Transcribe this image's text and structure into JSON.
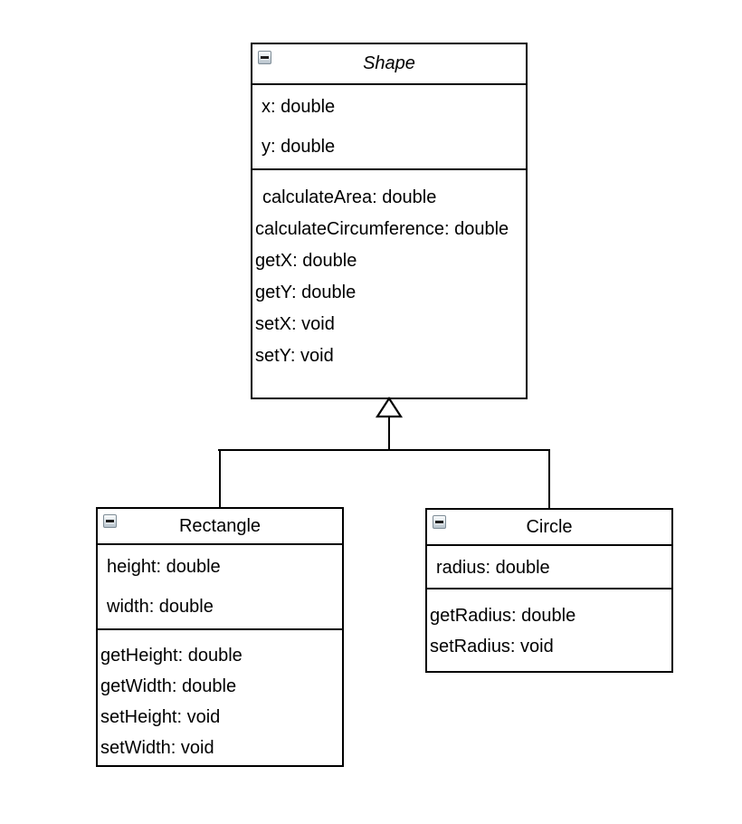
{
  "diagram": {
    "type": "uml-class-diagram",
    "colors": {
      "background": "#ffffff",
      "stroke": "#000000",
      "text": "#000000"
    },
    "classes": [
      {
        "name": "Shape",
        "abstract": true,
        "collapse_icon": "minus-icon",
        "attributes": [
          "x: double",
          "y: double"
        ],
        "methods": [
          "calculateArea: double",
          "calculateCircumference: double",
          "getX: double",
          "getY: double",
          "setX: void",
          "setY: void"
        ]
      },
      {
        "name": "Rectangle",
        "abstract": false,
        "collapse_icon": "minus-icon",
        "attributes": [
          "height: double",
          "width: double"
        ],
        "methods": [
          "getHeight: double",
          "getWidth: double",
          "setHeight: void",
          "setWidth: void"
        ]
      },
      {
        "name": "Circle",
        "abstract": false,
        "collapse_icon": "minus-icon",
        "attributes": [
          "radius: double"
        ],
        "methods": [
          "getRadius: double",
          "setRadius: void"
        ]
      }
    ],
    "relations": [
      {
        "type": "generalization",
        "from": "Rectangle",
        "to": "Shape",
        "arrowhead": "hollow-triangle"
      },
      {
        "type": "generalization",
        "from": "Circle",
        "to": "Shape",
        "arrowhead": "hollow-triangle"
      }
    ]
  }
}
